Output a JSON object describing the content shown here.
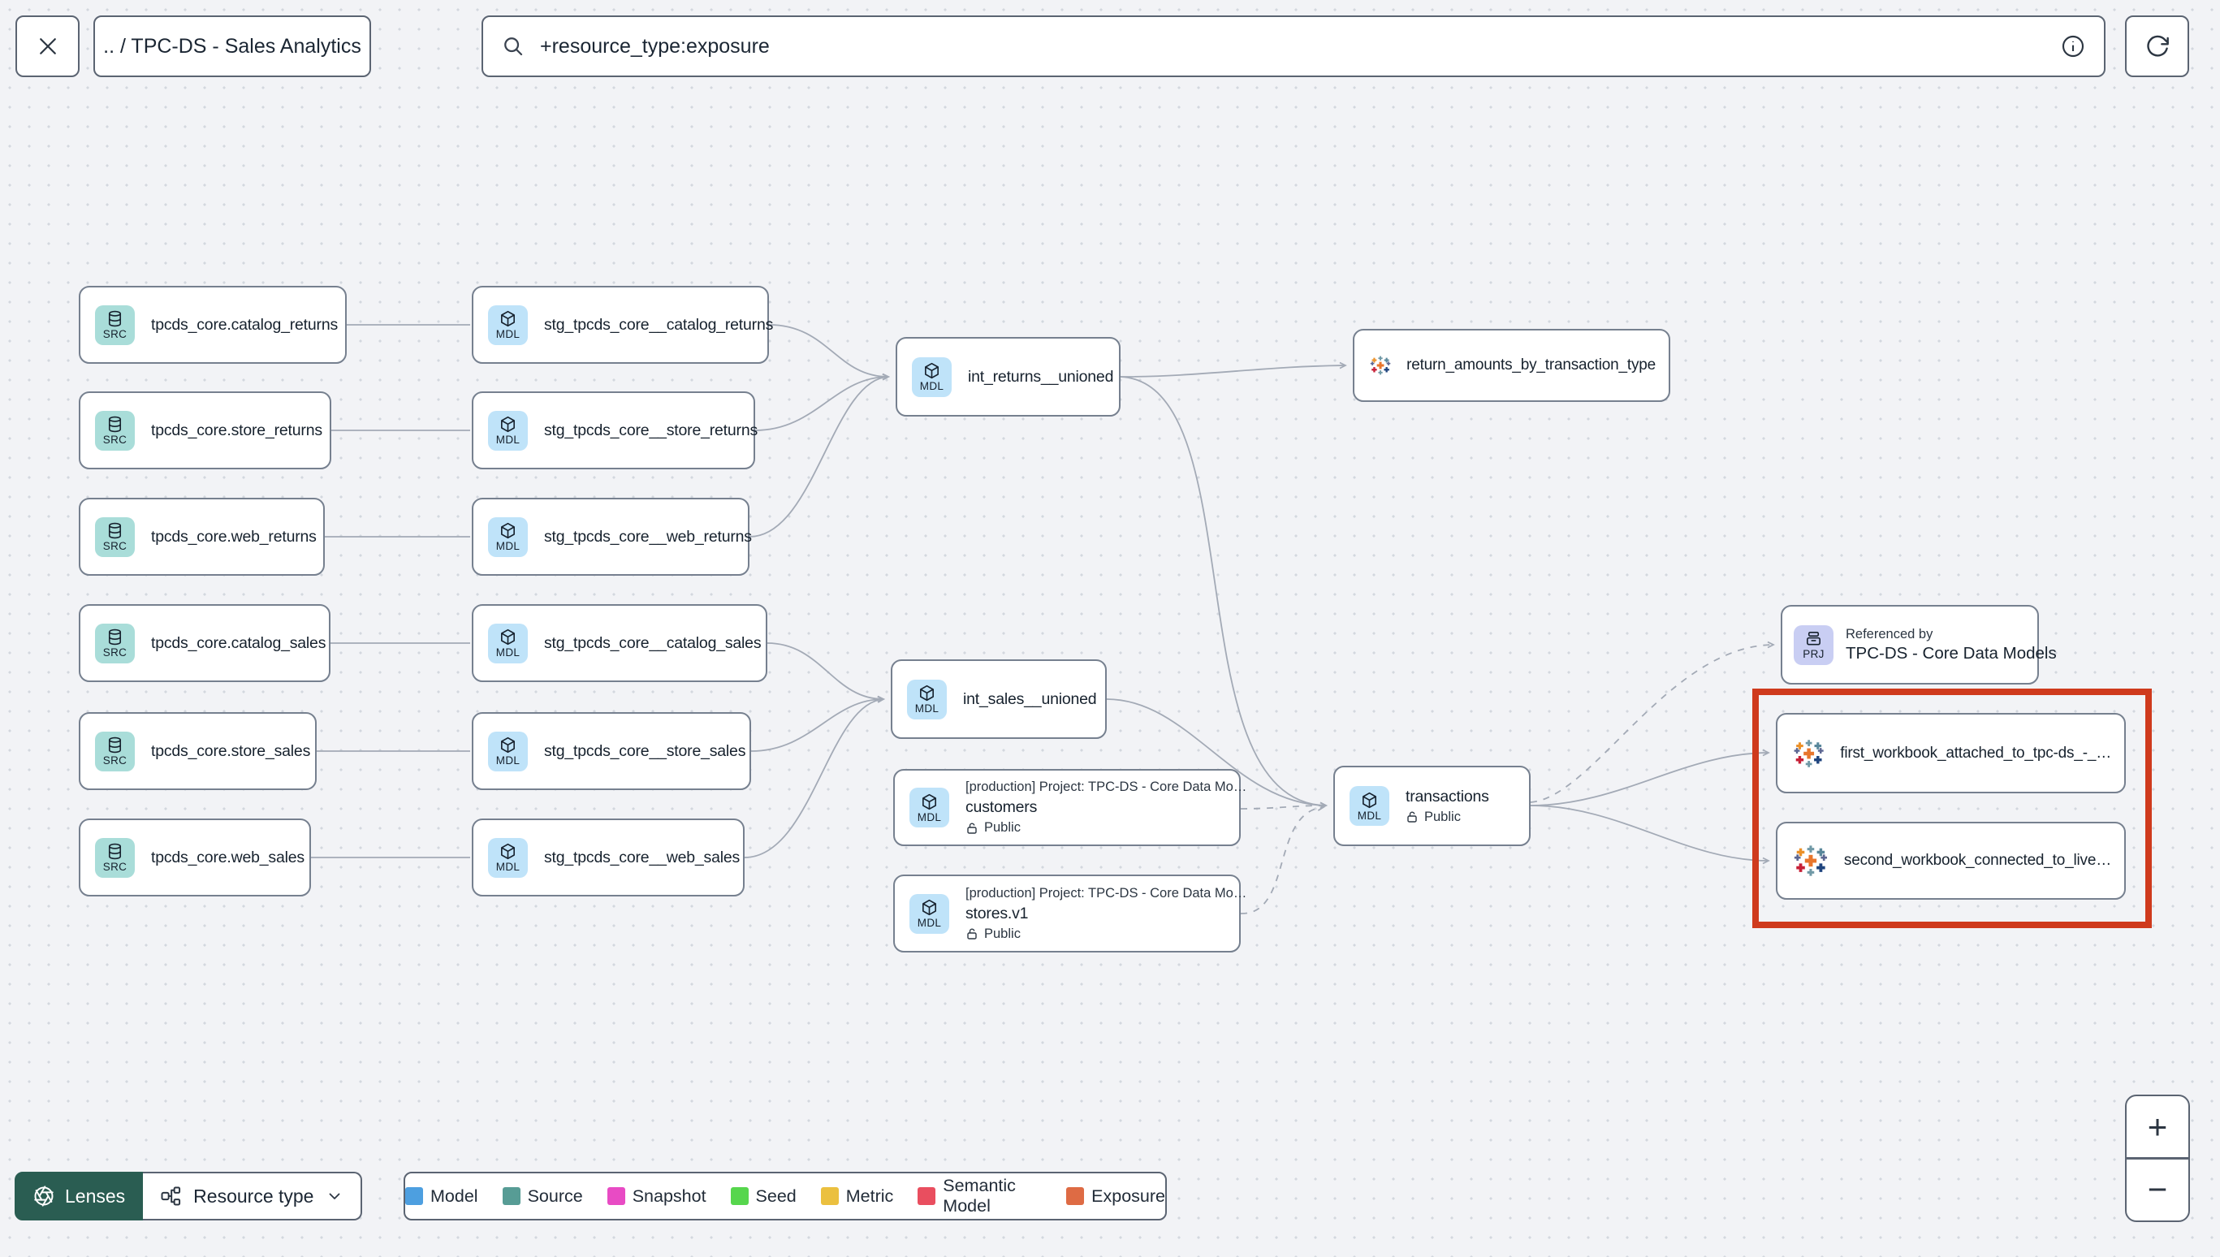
{
  "topbar": {
    "breadcrumb": ".. / TPC-DS - Sales Analytics",
    "search_value": "+resource_type:exposure"
  },
  "badges": {
    "source": "SRC",
    "model": "MDL",
    "project": "PRJ"
  },
  "nodes": {
    "src_catalog_returns": {
      "label": "tpcds_core.catalog_returns"
    },
    "src_store_returns": {
      "label": "tpcds_core.store_returns"
    },
    "src_web_returns": {
      "label": "tpcds_core.web_returns"
    },
    "src_catalog_sales": {
      "label": "tpcds_core.catalog_sales"
    },
    "src_store_sales": {
      "label": "tpcds_core.store_sales"
    },
    "src_web_sales": {
      "label": "tpcds_core.web_sales"
    },
    "stg_catalog_returns": {
      "label": "stg_tpcds_core__catalog_returns"
    },
    "stg_store_returns": {
      "label": "stg_tpcds_core__store_returns"
    },
    "stg_web_returns": {
      "label": "stg_tpcds_core__web_returns"
    },
    "stg_catalog_sales": {
      "label": "stg_tpcds_core__catalog_sales"
    },
    "stg_store_sales": {
      "label": "stg_tpcds_core__store_sales"
    },
    "stg_web_sales": {
      "label": "stg_tpcds_core__web_sales"
    },
    "int_returns": {
      "label": "int_returns__unioned"
    },
    "int_sales": {
      "label": "int_sales__unioned"
    },
    "exposure_returns": {
      "label": "return_amounts_by_transaction_type"
    },
    "customers": {
      "project": "[production] Project: TPC-DS - Core Data Mo…",
      "label": "customers",
      "access": "Public"
    },
    "stores": {
      "project": "[production] Project: TPC-DS - Core Data Mo…",
      "label": "stores.v1",
      "access": "Public"
    },
    "transactions": {
      "label": "transactions",
      "access": "Public"
    },
    "referenced_by": {
      "title": "Referenced by",
      "label": "TPC-DS - Core Data Models"
    },
    "workbook_first": {
      "label": "first_workbook_attached_to_tpc-ds_-_…"
    },
    "workbook_second": {
      "label": "second_workbook_connected_to_live…"
    }
  },
  "toolbar": {
    "lenses": "Lenses",
    "resource_type": "Resource type"
  },
  "legend": {
    "items": [
      {
        "label": "Model",
        "color": "#4d9fe0"
      },
      {
        "label": "Source",
        "color": "#579c95"
      },
      {
        "label": "Snapshot",
        "color": "#e84bc4"
      },
      {
        "label": "Seed",
        "color": "#56d64d"
      },
      {
        "label": "Metric",
        "color": "#ebc03f"
      },
      {
        "label": "Semantic Model",
        "color": "#e94e5f"
      },
      {
        "label": "Exposure",
        "color": "#de6b44"
      }
    ]
  },
  "zoom_controls": {
    "zoom_in": "+",
    "zoom_out": "−"
  },
  "highlight": {
    "color": "#cf3a1d"
  },
  "icons": [
    "close-icon",
    "search-icon",
    "info-icon",
    "refresh-icon",
    "database-icon",
    "cube-icon",
    "project-icon",
    "tableau-icon",
    "lock-open-icon",
    "aperture-icon",
    "resource-type-icon",
    "chevron-down-icon",
    "zoom-in-icon",
    "zoom-out-icon"
  ]
}
